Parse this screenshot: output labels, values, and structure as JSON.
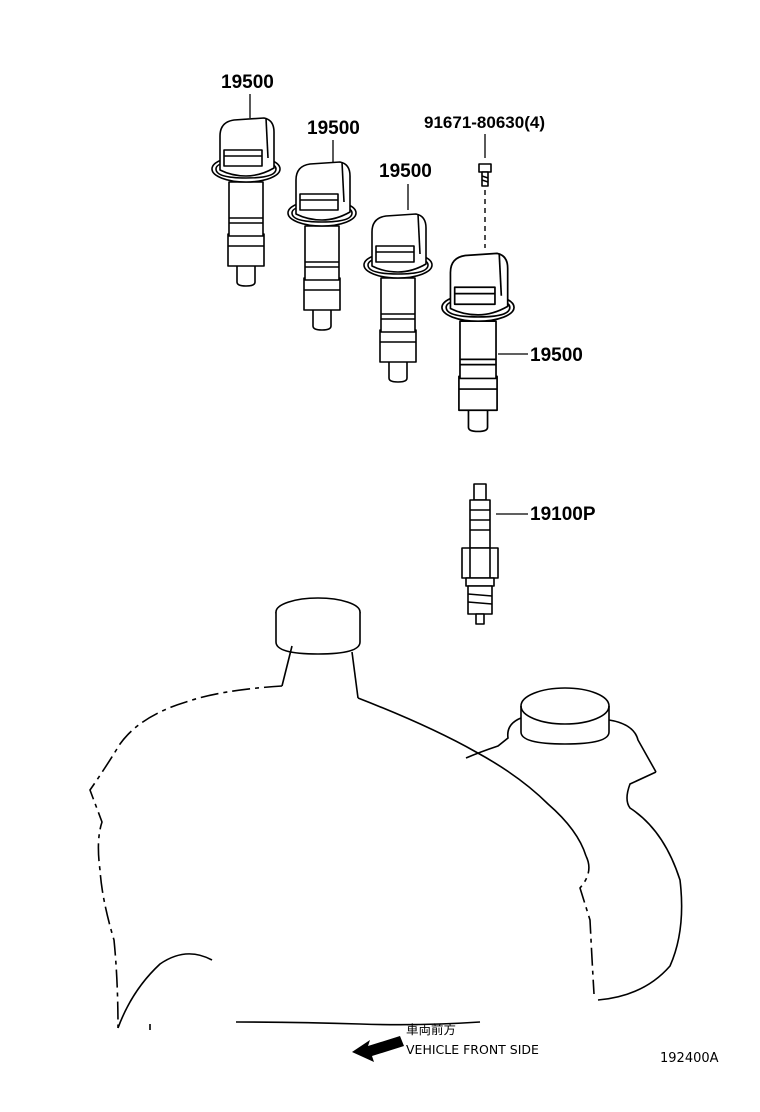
{
  "labels": {
    "coil_1": "19500",
    "coil_2": "19500",
    "coil_3": "19500",
    "coil_4": "19500",
    "bolt": "91671-80630(4)",
    "spark_plug": "19100P"
  },
  "direction": {
    "japanese": "車両前方",
    "english": "VEHICLE FRONT SIDE"
  },
  "diagram_id": "192400A"
}
